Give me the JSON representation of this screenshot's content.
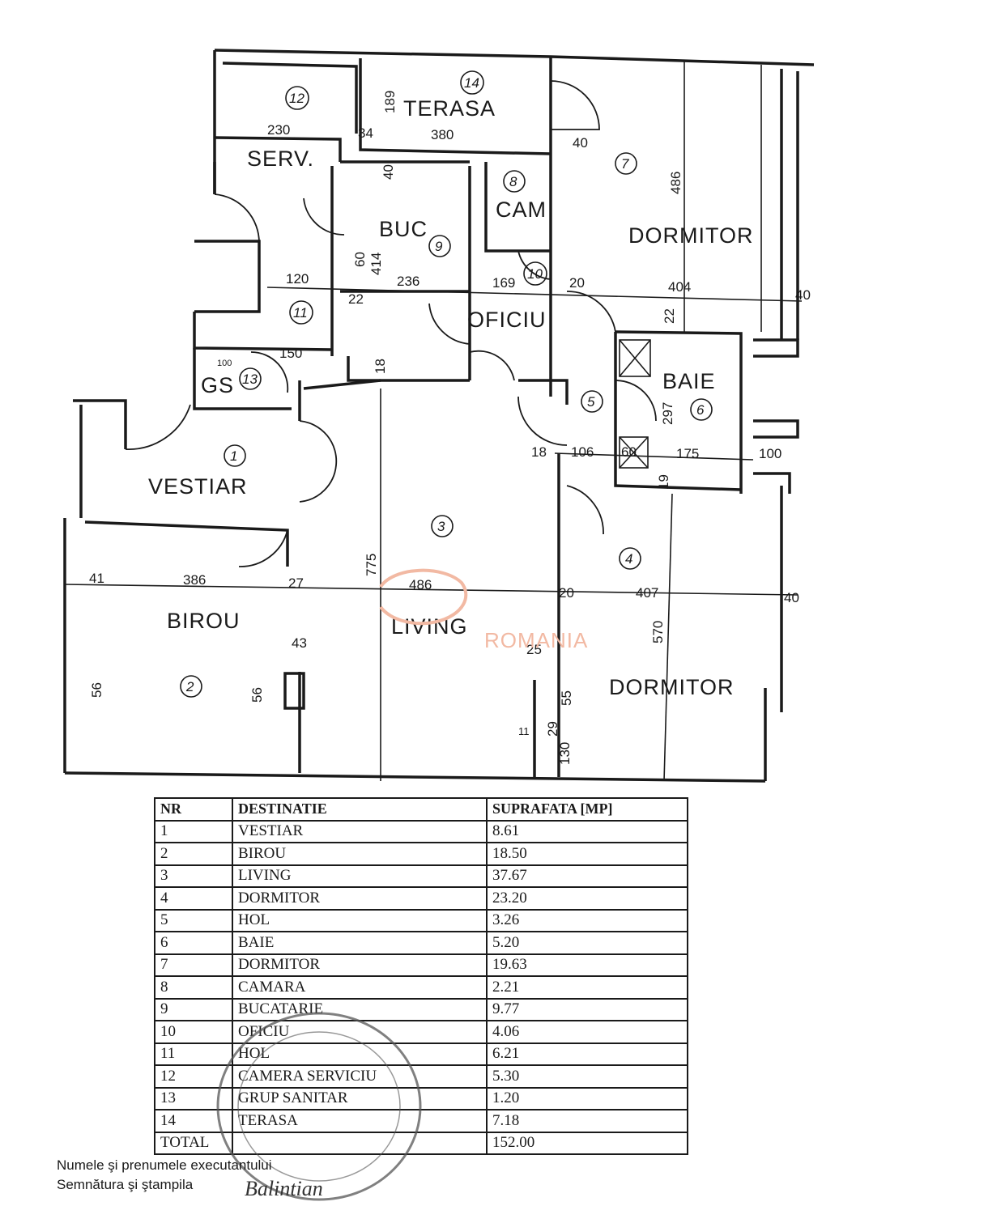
{
  "plan": {
    "rooms": {
      "terasa": "TERASA",
      "serv": "SERV.",
      "buc": "BUC",
      "cam": "CAM",
      "dormitor_top": "DORMITOR",
      "oficiu": "OFICIU",
      "baie": "BAIE",
      "gs": "GS",
      "vestiar": "VESTIAR",
      "birou": "BIROU",
      "living": "LIVING",
      "dormitor_bottom": "DORMITOR"
    },
    "room_numbers": [
      "1",
      "2",
      "3",
      "4",
      "5",
      "6",
      "7",
      "8",
      "9",
      "10",
      "11",
      "12",
      "13",
      "14"
    ],
    "dimensions": {
      "d230": "230",
      "d189": "189",
      "d380": "380",
      "d34": "34",
      "d40a": "40",
      "d40b": "40",
      "d486a": "486",
      "d414": "414",
      "d60": "60",
      "d236": "236",
      "d169": "169",
      "d20a": "20",
      "d404": "404",
      "d40c": "40",
      "d120": "120",
      "d22a": "22",
      "d22b": "22",
      "d150": "150",
      "d100a": "100",
      "d18a": "18",
      "d297": "297",
      "d18b": "18",
      "d106": "106",
      "d60b": "60",
      "d175": "175",
      "d100b": "100",
      "d19": "19",
      "d775": "775",
      "d41": "41",
      "d386": "386",
      "d27": "27",
      "d486b": "486",
      "d20b": "20",
      "d407": "407",
      "d40d": "40",
      "d570": "570",
      "d43": "43",
      "d25": "25",
      "d56a": "56",
      "d56b": "56",
      "d55": "55",
      "d11": "11",
      "d29": "29",
      "d130": "130"
    },
    "watermark": "ROMANIA"
  },
  "table": {
    "headers": [
      "NR",
      "DESTINATIE",
      "SUPRAFATA [MP]"
    ],
    "rows": [
      [
        "1",
        "VESTIAR",
        "8.61"
      ],
      [
        "2",
        "BIROU",
        "18.50"
      ],
      [
        "3",
        "LIVING",
        "37.67"
      ],
      [
        "4",
        "DORMITOR",
        "23.20"
      ],
      [
        "5",
        "HOL",
        "3.26"
      ],
      [
        "6",
        "BAIE",
        "5.20"
      ],
      [
        "7",
        "DORMITOR",
        "19.63"
      ],
      [
        "8",
        "CAMARA",
        "2.21"
      ],
      [
        "9",
        "BUCATARIE",
        "9.77"
      ],
      [
        "10",
        "OFICIU",
        "4.06"
      ],
      [
        "11",
        "HOL",
        "6.21"
      ],
      [
        "12",
        "CAMERA SERVICIU",
        "5.30"
      ],
      [
        "13",
        "GRUP SANITAR",
        "1.20"
      ],
      [
        "14",
        "TERASA",
        "7.18"
      ]
    ],
    "total_label": "TOTAL",
    "total_value": "152.00"
  },
  "footer": {
    "line1": "Numele şi prenumele executantului",
    "line2": "Semnătura şi ştampila"
  },
  "stamp_text": "Balintian"
}
